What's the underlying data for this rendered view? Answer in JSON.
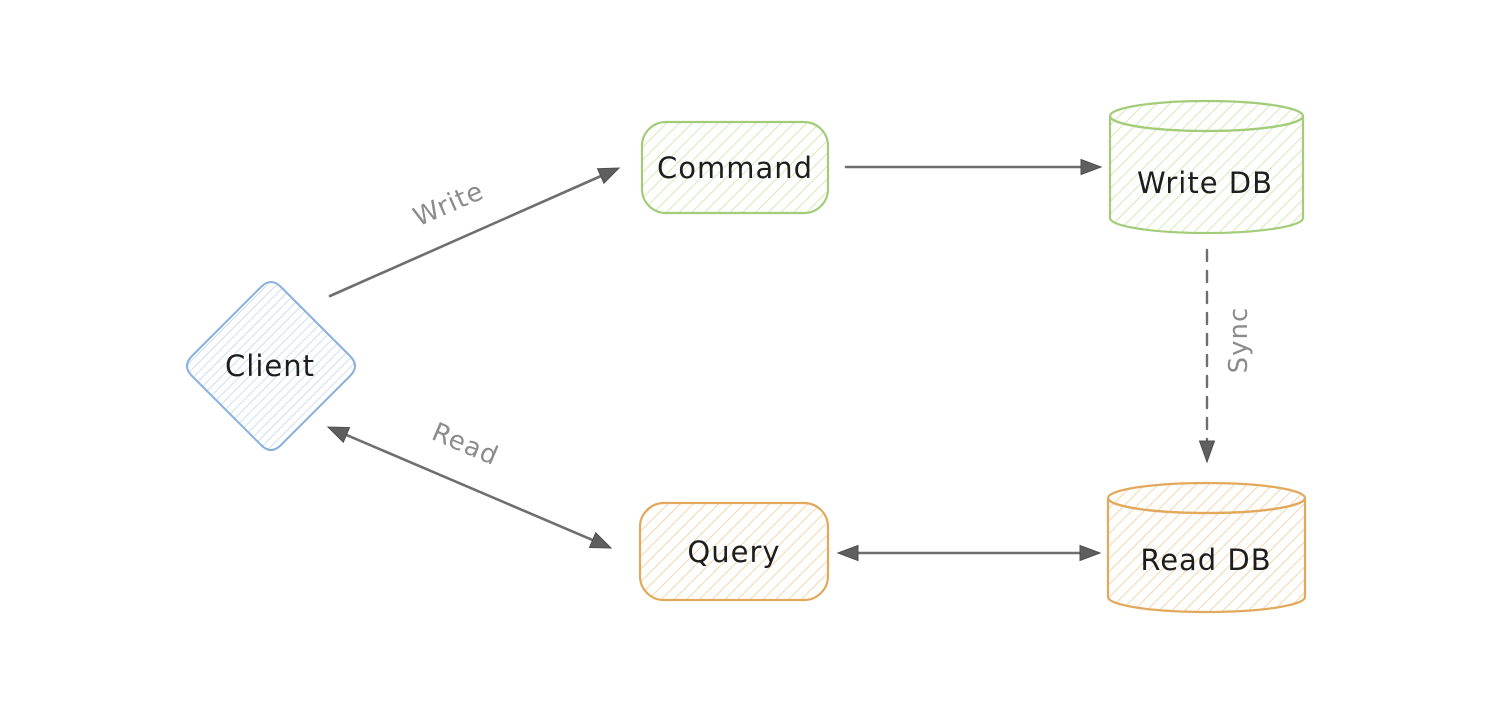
{
  "canvas": {
    "background": "#ffffff"
  },
  "diagram": {
    "type": "flow",
    "pattern": "CQRS",
    "nodes": [
      {
        "id": "client",
        "label": "Client",
        "shape": "diamond",
        "color": "#8ab0de"
      },
      {
        "id": "command",
        "label": "Command",
        "shape": "rounded-rectangle",
        "color": "#a3cc79"
      },
      {
        "id": "write_db",
        "label": "Write DB",
        "shape": "cylinder",
        "color": "#a3cc79"
      },
      {
        "id": "query",
        "label": "Query",
        "shape": "rounded-rectangle",
        "color": "#e2a95c"
      },
      {
        "id": "read_db",
        "label": "Read DB",
        "shape": "cylinder",
        "color": "#e2a95c"
      }
    ],
    "edges": [
      {
        "id": "client-command",
        "from": "client",
        "to": "command",
        "label": "Write",
        "line": "solid",
        "arrowheads": "end"
      },
      {
        "id": "command-write_db",
        "from": "command",
        "to": "write_db",
        "label": "",
        "line": "solid",
        "arrowheads": "end"
      },
      {
        "id": "write_db-read_db",
        "from": "write_db",
        "to": "read_db",
        "label": "Sync",
        "line": "dashed",
        "arrowheads": "end"
      },
      {
        "id": "client-query",
        "from": "client",
        "to": "query",
        "label": "Read",
        "line": "solid",
        "arrowheads": "both"
      },
      {
        "id": "query-read_db",
        "from": "query",
        "to": "read_db",
        "label": "",
        "line": "solid",
        "arrowheads": "both"
      }
    ],
    "colors": {
      "blue_stroke": "#8ab0de",
      "blue_hatch": "#b9d2ee",
      "green_stroke": "#a3cc79",
      "green_hatch": "#cfe5ad",
      "orange_stroke": "#e2a95c",
      "orange_hatch": "#f2d09e",
      "arrow": "#6e6e6e",
      "arrow_head": "#5f5f5f",
      "edge_label": "#8c8c8c",
      "node_label": "#1d1d1d"
    }
  }
}
